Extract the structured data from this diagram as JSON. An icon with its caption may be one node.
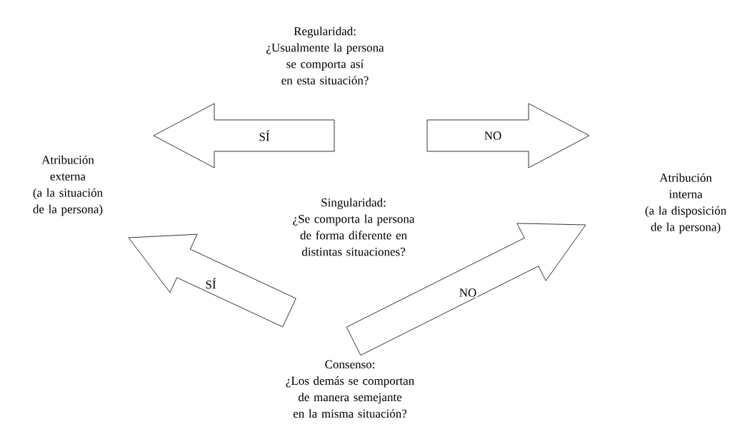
{
  "diagram": {
    "nodes": [
      {
        "text": [
          "Regularidad:",
          "¿Usualmente la persona se comporta así en esta situación?"
        ]
      },
      {
        "text": [
          "Atribución externa",
          "(a la situación de la persona)"
        ]
      },
      {
        "text": [
          "Atribución interna",
          "(a la disposición de la persona)"
        ]
      },
      {
        "text": [
          "Singularidad:",
          "¿Se comporta la persona de forma diferente en distintas situaciones?"
        ]
      },
      {
        "text": [
          "Consenso:",
          "¿Los demás se comportan de manera semejante en la misma situación?"
        ]
      }
    ],
    "edges": [
      {
        "from": 0,
        "to": 1,
        "arrow": "to",
        "label": "SÍ"
      },
      {
        "from": 0,
        "to": 2,
        "arrow": "to",
        "label": "NO"
      },
      {
        "from": 4,
        "to": 1,
        "arrow": "to",
        "label": "SÍ"
      },
      {
        "from": 4,
        "to": 2,
        "arrow": "to",
        "label": "NO"
      }
    ]
  }
}
